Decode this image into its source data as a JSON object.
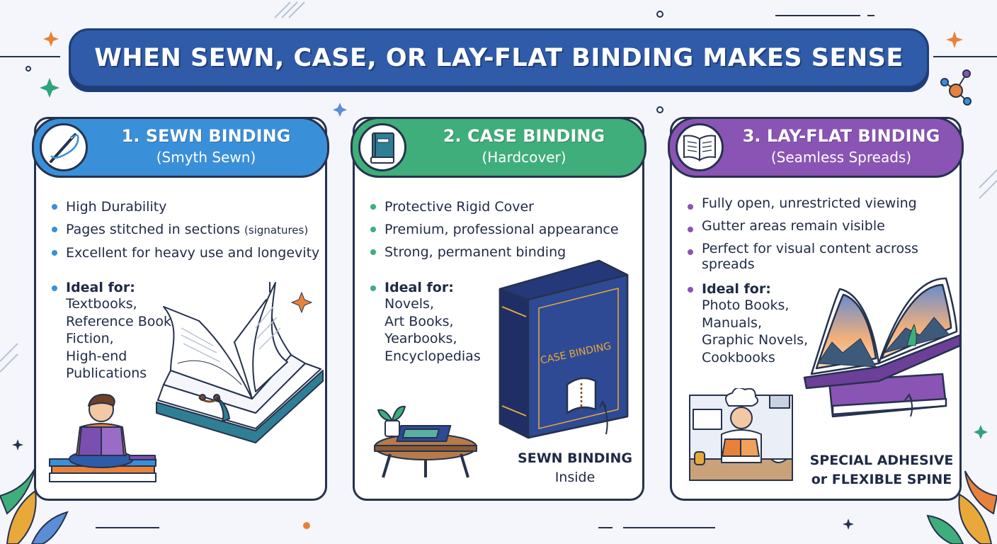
{
  "title": "WHEN SEWN, CASE, OR LAY-FLAT BINDING MAKES SENSE",
  "colors": {
    "blue": "#3a8fd9",
    "green": "#3fae7a",
    "purple": "#8a54b4",
    "navy": "#2f5ba8"
  },
  "cards": [
    {
      "title": "1. SEWN BINDING",
      "subtitle": "(Smyth Sewn)",
      "icon": "needle-thread-icon",
      "features": [
        "High Durability",
        "Pages stitched in sections",
        "Excellent for heavy use and longevity"
      ],
      "feature_note": "(signatures)",
      "ideal_label": "Ideal for:",
      "ideal": [
        "Textbooks,",
        "Reference Books,",
        "Fiction,",
        "High-end",
        "Publications"
      ]
    },
    {
      "title": "2. CASE BINDING",
      "subtitle": "(Hardcover)",
      "icon": "hardcover-book-icon",
      "features": [
        "Protective Rigid Cover",
        "Premium, professional appearance",
        "Strong, permanent binding"
      ],
      "ideal_label": "Ideal for:",
      "ideal": [
        "Novels,",
        "Art Books,",
        "Yearbooks,",
        "Encyclopedias"
      ],
      "book_cover_text": "CASE BINDING",
      "callout_bold": "SEWN BINDING",
      "callout_text": "Inside"
    },
    {
      "title": "3. LAY-FLAT BINDING",
      "subtitle": "(Seamless Spreads)",
      "icon": "open-book-icon",
      "features": [
        "Fully open, unrestricted viewing",
        "Gutter areas remain visible",
        "Perfect for visual content across spreads"
      ],
      "ideal_label": "Ideal for:",
      "ideal": [
        "Photo Books,",
        "Manuals,",
        "Graphic Novels,",
        "Cookbooks"
      ],
      "callout_line1": "SPECIAL ADHESIVE",
      "callout_line2": "or FLEXIBLE SPINE"
    }
  ]
}
